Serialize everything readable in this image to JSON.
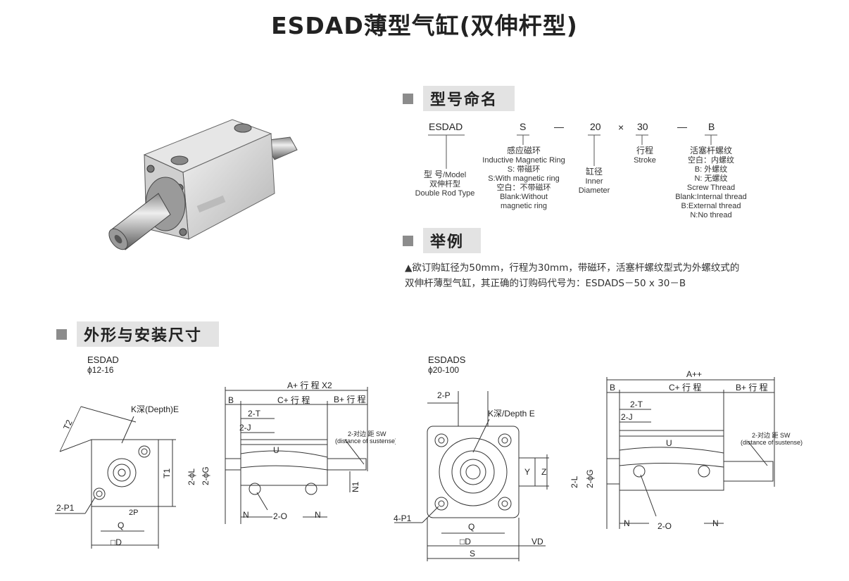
{
  "page_title": "ESDAD薄型气缸(双伸杆型)",
  "sections": {
    "model": "型号命名",
    "example": "举例",
    "dimensions": "外形与安装尺寸"
  },
  "code": {
    "esdad": "ESDAD",
    "s": "S",
    "dash1": "—",
    "d20": "20",
    "x": "×",
    "d30": "30",
    "dash2": "—",
    "b": "B"
  },
  "desc": {
    "model_cn": "型 号",
    "model_en1": "/Model",
    "model_cn2": "双伸杆型",
    "model_en2": "Double Rod Type",
    "mag_cn": "感应磁环",
    "mag_en": "Inductive Magnetic Ring",
    "mag_s_cn": "S: 带磁环",
    "mag_s_en": "S:With magnetic ring",
    "mag_blank_cn": "空白：不带磁环",
    "mag_blank_en1": "Blank:Without",
    "mag_blank_en2": "magnetic ring",
    "bore_cn": "缸径",
    "bore_en1": "Inner",
    "bore_en2": "Diameter",
    "stroke_cn": "行程",
    "stroke_en": "Stroke",
    "thread_cn": "活塞杆螺纹",
    "thread_l1": "空白：内螺纹",
    "thread_l2": "B: 外螺纹",
    "thread_l3": "N: 无螺纹",
    "thread_l4": "Screw Thread",
    "thread_l5": "Blank:Internal thread",
    "thread_l6": "B:External thread",
    "thread_l7": "N:No thread"
  },
  "example": {
    "line1": "▲欲订购缸径为50mm，行程为30mm，带磁环，活塞杆螺纹型式为外螺纹式的",
    "line2": "双伸杆薄型气缸，其正确的订购码代号为：ESDADS－50 x 30－B"
  },
  "drawings": {
    "left_model": "ESDAD",
    "left_range": "ϕ12-16",
    "right_model": "ESDADS",
    "right_range": "ϕ20-100",
    "t2": "T2",
    "k_depth_e": "K深(Depth)E",
    "t1": "T1",
    "p1_2": "2-P1",
    "p2": "2P",
    "q": "Q",
    "d": "□D",
    "a_x2": "A+ 行 程 X2",
    "b": "B",
    "c_stroke": "C+ 行 程",
    "b_stroke": "B+ 行 程",
    "t_2": "2-T",
    "j_2": "2-J",
    "u": "U",
    "sw_cn": "2-对边 距 SW",
    "sw_en": "(distance of sustense)",
    "l_2": "2-ϕL",
    "g_2": "2-ϕG",
    "n1": "N1",
    "n": "N",
    "o_2": "2-O",
    "p_2": "2-P",
    "k_depth_e2": "K深/Depth E",
    "y": "Y",
    "z": "Z",
    "p1_4": "4-P1",
    "vd": "VD",
    "s": "S",
    "a_pp": "A++",
    "l2_r": "2-L",
    "g2_r": "2-ϕG"
  }
}
